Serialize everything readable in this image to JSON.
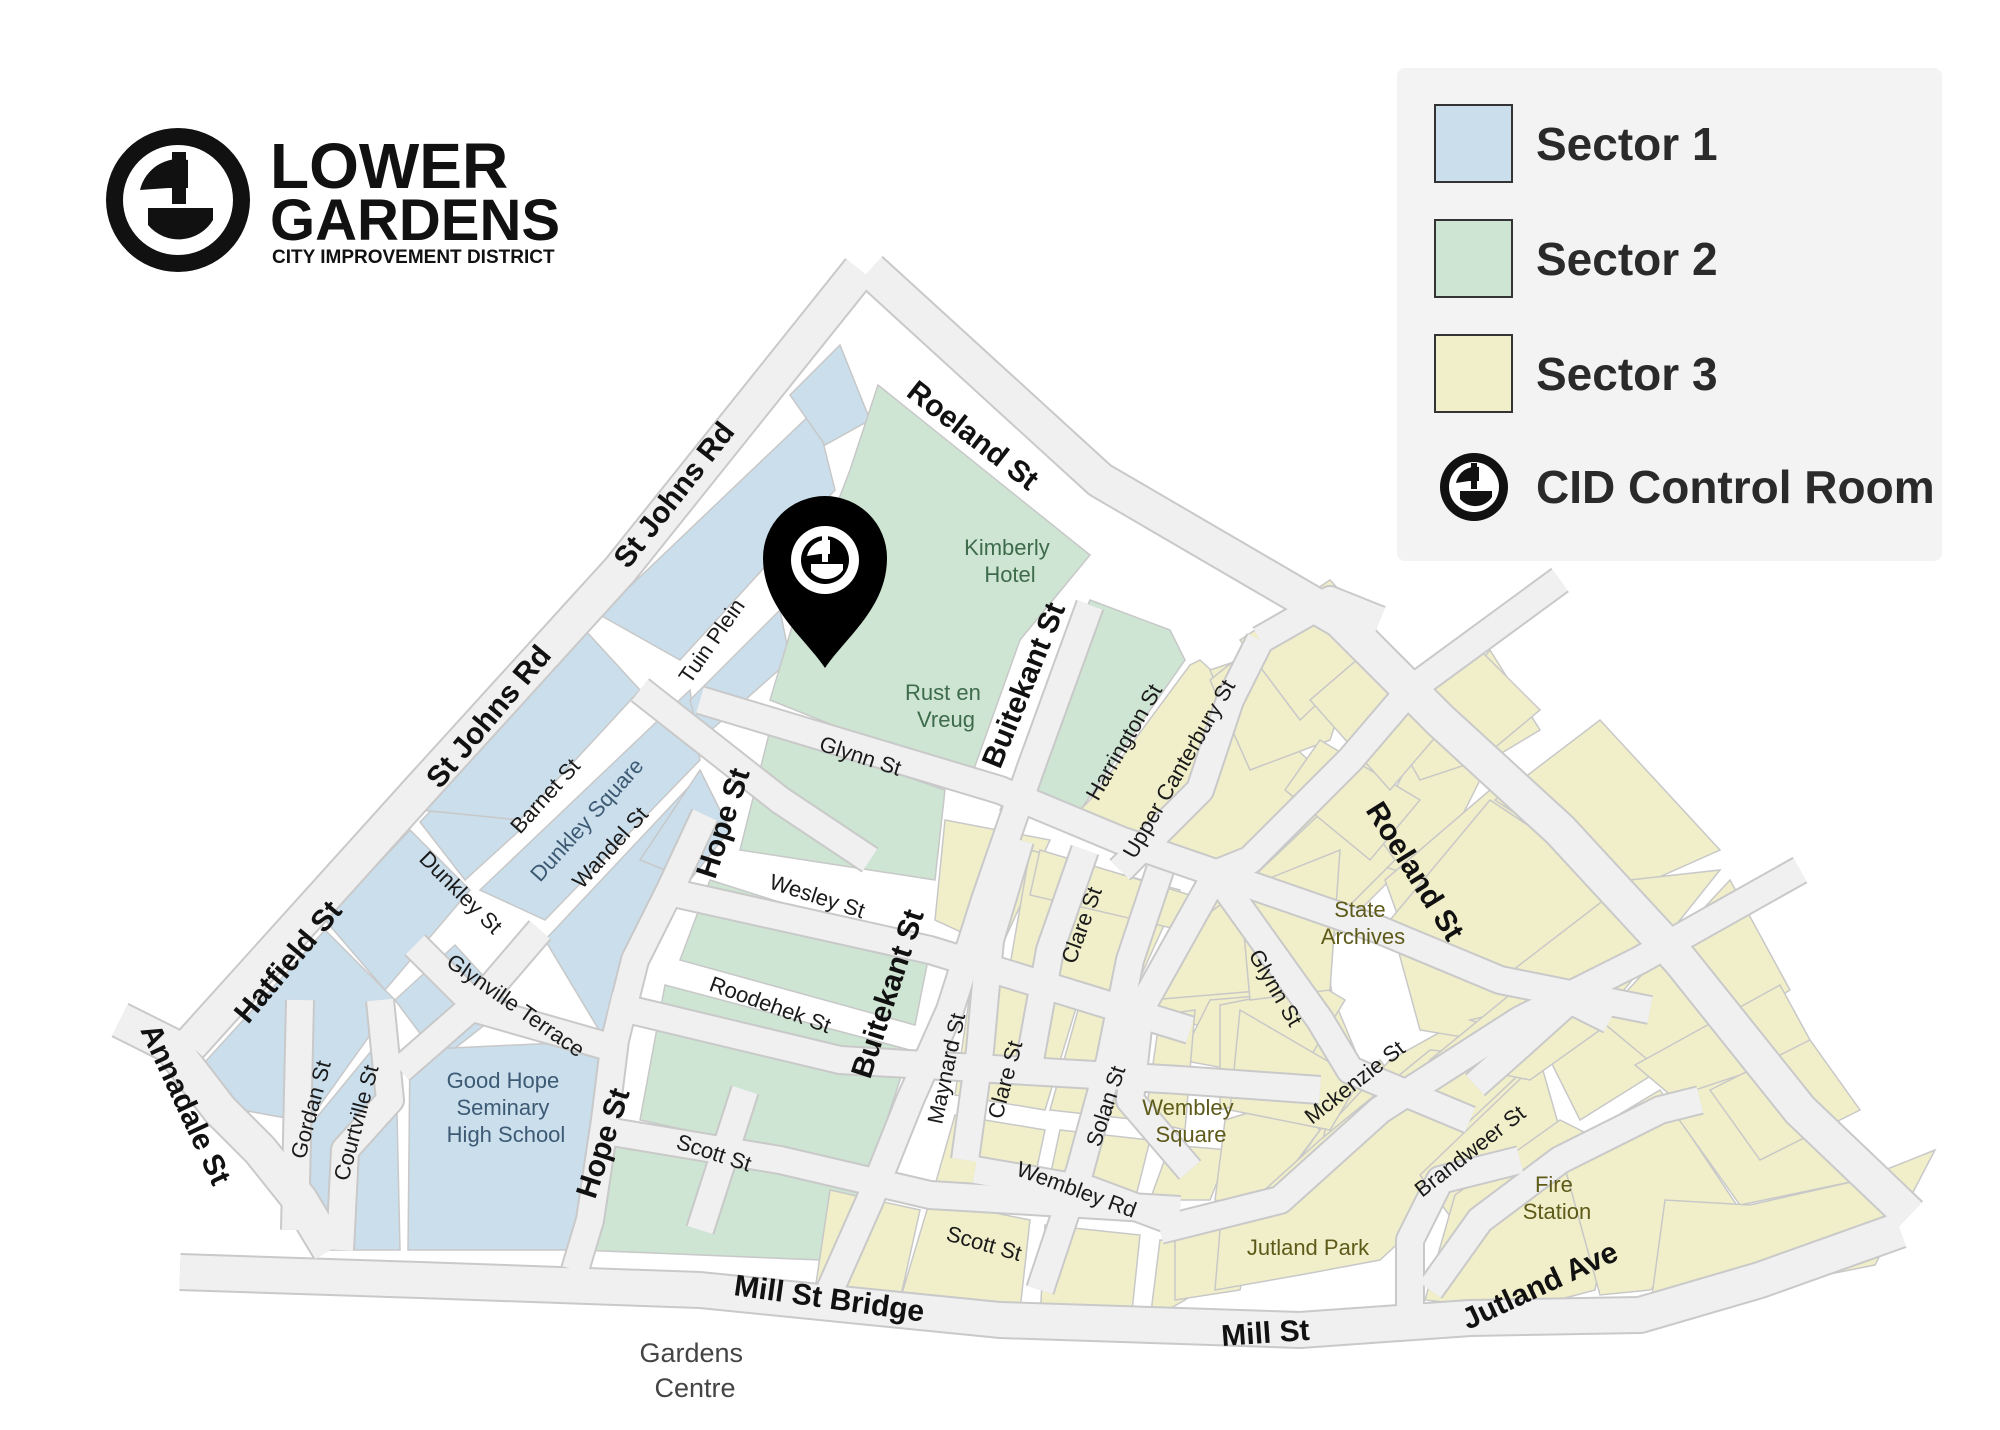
{
  "logo": {
    "line1": "LOWER",
    "line2": "GARDENS",
    "line3": "CITY IMPROVEMENT DISTRICT"
  },
  "legend": {
    "items": [
      {
        "label": "Sector 1",
        "color": "#cadeec"
      },
      {
        "label": "Sector 2",
        "color": "#cde5d2"
      },
      {
        "label": "Sector 3",
        "color": "#f1efc9"
      },
      {
        "label": "CID Control Room",
        "icon": "cid-logo-icon"
      }
    ]
  },
  "colors": {
    "sector1": "#cadeec",
    "sector2": "#cde5d2",
    "sector3": "#f1efc9",
    "road": "#f0f0f0",
    "road_edge": "#c9c9c9",
    "legend_bg": "#f3f3f3"
  },
  "streets": {
    "roeland_st": "Roeland St",
    "st_johns_rd": "St Johns Rd",
    "tuin_plein": "Tuin Plein",
    "buitekant_st": "Buitekant St",
    "harrington_st": "Harrington St",
    "upper_canterbury_st": "Upper Canterbury St",
    "barnet_st": "Barnet St",
    "wandel_st": "Wandel St",
    "hope_st": "Hope St",
    "glynn_st": "Glynn St",
    "wesley_st": "Wesley St",
    "dunkley_st": "Dunkley St",
    "hatfield_st": "Hatfield St",
    "glynville_terrace": "Glynville Terrace",
    "roodehek_st": "Roodehek St",
    "clare_st": "Clare St",
    "maynard_st": "Maynard St",
    "solan_st": "Solan St",
    "mckenzie_st": "Mckenzie St",
    "gordan_st": "Gordan St",
    "courtville_st": "Courtville St",
    "annadale_st": "Annadale St",
    "scott_st": "Scott St",
    "wembley_rd": "Wembley Rd",
    "brandweer_st": "Brandweer St",
    "mill_st_bridge": "Mill St Bridge",
    "mill_st": "Mill St",
    "jutland_ave": "Jutland Ave"
  },
  "places": {
    "kimberly_hotel": [
      "Kimberly",
      "Hotel"
    ],
    "rust_en_vreug": [
      "Rust en",
      "Vreug"
    ],
    "dunkley_square": "Dunkley Square",
    "good_hope": [
      "Good Hope",
      "Seminary",
      "High School"
    ],
    "state_archives": [
      "State",
      "Archives"
    ],
    "wembley_square": [
      "Wembley",
      "Square"
    ],
    "jutland_park": "Jutland Park",
    "fire_station": [
      "Fire",
      "Station"
    ],
    "gardens_centre": [
      "Gardens",
      "Centre"
    ]
  }
}
